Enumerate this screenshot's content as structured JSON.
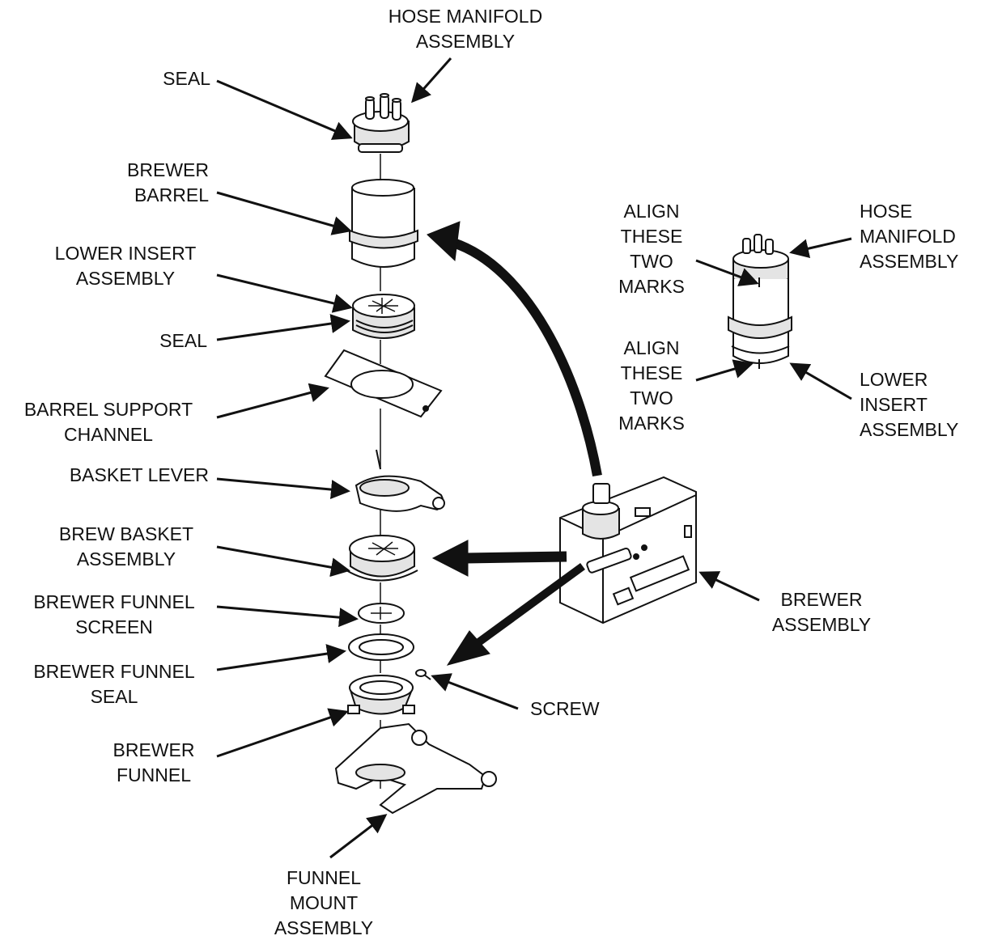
{
  "labels": {
    "hose_manifold_top": [
      "HOSE MANIFOLD",
      "ASSEMBLY"
    ],
    "seal_top": [
      "SEAL"
    ],
    "brewer_barrel": [
      "BREWER",
      "BARREL"
    ],
    "lower_insert": [
      "LOWER INSERT",
      "ASSEMBLY"
    ],
    "seal_mid": [
      "SEAL"
    ],
    "barrel_support": [
      "BARREL SUPPORT",
      "CHANNEL"
    ],
    "basket_lever": [
      "BASKET LEVER"
    ],
    "brew_basket": [
      "BREW BASKET",
      "ASSEMBLY"
    ],
    "funnel_screen": [
      "BREWER FUNNEL",
      "SCREEN"
    ],
    "funnel_seal": [
      "BREWER FUNNEL",
      "SEAL"
    ],
    "brewer_funnel": [
      "BREWER",
      "FUNNEL"
    ],
    "funnel_mount": [
      "FUNNEL",
      "MOUNT",
      "ASSEMBLY"
    ],
    "screw": [
      "SCREW"
    ],
    "brewer_assembly": [
      "BREWER",
      "ASSEMBLY"
    ],
    "align_top": [
      "ALIGN",
      "THESE",
      "TWO",
      "MARKS"
    ],
    "align_bottom": [
      "ALIGN",
      "THESE",
      "TWO",
      "MARKS"
    ],
    "hose_manifold_right": [
      "HOSE",
      "MANIFOLD",
      "ASSEMBLY"
    ],
    "lower_insert_right": [
      "LOWER",
      "INSERT",
      "ASSEMBLY"
    ]
  },
  "colors": {
    "ink": "#111111",
    "paper": "#ffffff",
    "shade": "#e4e4e4"
  }
}
